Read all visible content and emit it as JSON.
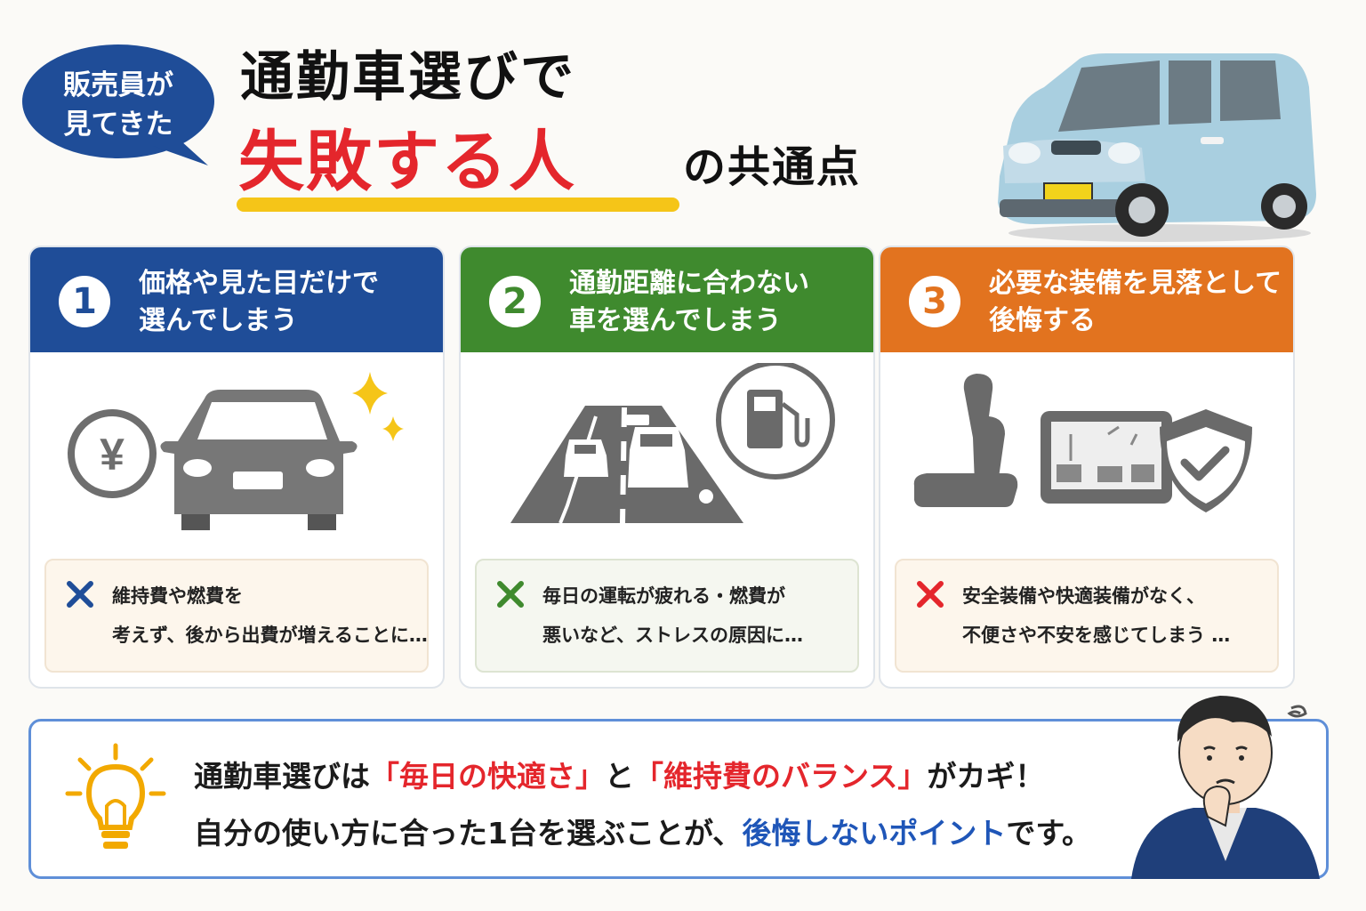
{
  "badge": {
    "line1": "販売員が",
    "line2": "見てきた"
  },
  "title": {
    "line1": "通勤車選びで",
    "highlight": "失敗する人",
    "suffix": "の共通点"
  },
  "cards": [
    {
      "number": "1",
      "heading_line1": "価格や見た目だけで",
      "heading_line2": "選んでしまう",
      "note_line1": "維持費や燃費を",
      "note_line2": "考えず、後から出費が増えることに…",
      "color": "#1f4d98"
    },
    {
      "number": "2",
      "heading_line1": "通勤距離に合わない",
      "heading_line2": "車を選んでしまう",
      "note_line1": "毎日の運転が疲れる・燃費が",
      "note_line2": "悪いなど、ストレスの原因に…",
      "color": "#3f8a2e"
    },
    {
      "number": "3",
      "heading_line1": "必要な装備を見落として",
      "heading_line2": "後悔する",
      "note_line1": "安全装備や快適装備がなく、",
      "note_line2": "不便さや不安を感じてしまう …",
      "color": "#e2731f"
    }
  ],
  "icons": {
    "yen": "¥",
    "badge_shape": "speech-bubble",
    "card1": [
      "yen-coin-icon",
      "car-icon",
      "sparkle-icon"
    ],
    "card2": [
      "road-icon",
      "fuel-pump-icon"
    ],
    "card3": [
      "car-seat-icon",
      "display-monitor-icon",
      "shield-check-icon"
    ],
    "note": "x-mark-icon",
    "tip": "light-bulb-icon"
  },
  "tip": {
    "l1_a": "通勤車選びは",
    "l1_b": "「毎日の快適さ」",
    "l1_c": "と",
    "l1_d": "「維持費のバランス」",
    "l1_e": "がカギ！",
    "l2_a": "自分の使い方に合った1台を選ぶことが、",
    "l2_b": "後悔しないポイント",
    "l2_c": "です。"
  },
  "colors": {
    "navy": "#1f4d98",
    "green": "#3f8a2e",
    "orange": "#e2731f",
    "red": "#e4262c",
    "yellow": "#f5c518",
    "blue_text": "#1f56b8"
  }
}
